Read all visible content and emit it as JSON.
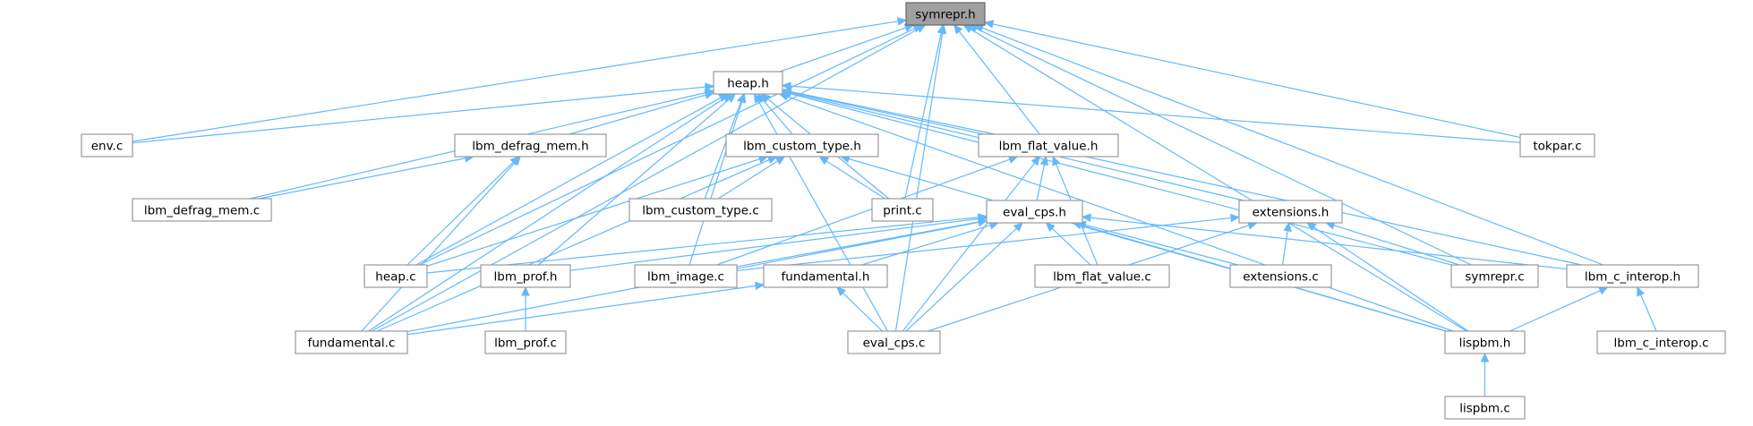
{
  "diagram": {
    "type": "include-dependency-graph",
    "root": "symrepr.h",
    "colors": {
      "edge": "#63b8ff",
      "node_border": "#999999",
      "root_fill": "#a0a0a0",
      "node_fill": "#ffffff"
    },
    "nodes": [
      {
        "id": "symrepr_h",
        "label": "symrepr.h",
        "root": true
      },
      {
        "id": "heap_h",
        "label": "heap.h"
      },
      {
        "id": "env_c",
        "label": "env.c"
      },
      {
        "id": "lbm_defrag_mem_h",
        "label": "lbm_defrag_mem.h"
      },
      {
        "id": "lbm_custom_type_h",
        "label": "lbm_custom_type.h"
      },
      {
        "id": "lbm_flat_value_h",
        "label": "lbm_flat_value.h"
      },
      {
        "id": "tokpar_c",
        "label": "tokpar.c"
      },
      {
        "id": "lbm_defrag_mem_c",
        "label": "lbm_defrag_mem.c"
      },
      {
        "id": "lbm_custom_type_c",
        "label": "lbm_custom_type.c"
      },
      {
        "id": "print_c",
        "label": "print.c"
      },
      {
        "id": "eval_cps_h",
        "label": "eval_cps.h"
      },
      {
        "id": "extensions_h",
        "label": "extensions.h"
      },
      {
        "id": "heap_c",
        "label": "heap.c"
      },
      {
        "id": "lbm_prof_h",
        "label": "lbm_prof.h"
      },
      {
        "id": "lbm_image_c",
        "label": "lbm_image.c"
      },
      {
        "id": "fundamental_h",
        "label": "fundamental.h"
      },
      {
        "id": "lbm_flat_value_c",
        "label": "lbm_flat_value.c"
      },
      {
        "id": "extensions_c",
        "label": "extensions.c"
      },
      {
        "id": "symrepr_c",
        "label": "symrepr.c"
      },
      {
        "id": "lbm_c_interop_h",
        "label": "lbm_c_interop.h"
      },
      {
        "id": "fundamental_c",
        "label": "fundamental.c"
      },
      {
        "id": "lbm_prof_c",
        "label": "lbm_prof.c"
      },
      {
        "id": "eval_cps_c",
        "label": "eval_cps.c"
      },
      {
        "id": "lispbm_h",
        "label": "lispbm.h"
      },
      {
        "id": "lbm_c_interop_c",
        "label": "lbm_c_interop.c"
      },
      {
        "id": "lispbm_c",
        "label": "lispbm.c"
      }
    ],
    "edges": [
      [
        "heap_h",
        "symrepr_h"
      ],
      [
        "env_c",
        "symrepr_h"
      ],
      [
        "heap_c",
        "symrepr_h"
      ],
      [
        "fundamental_c",
        "symrepr_h"
      ],
      [
        "eval_cps_c",
        "symrepr_h"
      ],
      [
        "print_c",
        "symrepr_h"
      ],
      [
        "lbm_flat_value_h",
        "symrepr_h"
      ],
      [
        "tokpar_c",
        "symrepr_h"
      ],
      [
        "symrepr_c",
        "symrepr_h"
      ],
      [
        "lbm_c_interop_h",
        "symrepr_h"
      ],
      [
        "lispbm_h",
        "symrepr_h"
      ],
      [
        "env_c",
        "heap_h"
      ],
      [
        "lbm_defrag_mem_h",
        "heap_h"
      ],
      [
        "lbm_defrag_mem_c",
        "heap_h"
      ],
      [
        "fundamental_c",
        "heap_h"
      ],
      [
        "heap_c",
        "heap_h"
      ],
      [
        "lbm_prof_h",
        "heap_h"
      ],
      [
        "lbm_custom_type_c",
        "heap_h"
      ],
      [
        "lbm_image_c",
        "heap_h"
      ],
      [
        "eval_cps_c",
        "heap_h"
      ],
      [
        "lbm_custom_type_h",
        "heap_h"
      ],
      [
        "print_c",
        "heap_h"
      ],
      [
        "lbm_flat_value_h",
        "heap_h"
      ],
      [
        "extensions_h",
        "heap_h"
      ],
      [
        "symrepr_c",
        "heap_h"
      ],
      [
        "lispbm_h",
        "heap_h"
      ],
      [
        "lbm_c_interop_h",
        "heap_h"
      ],
      [
        "tokpar_c",
        "heap_h"
      ],
      [
        "lbm_defrag_mem_c",
        "lbm_defrag_mem_h"
      ],
      [
        "heap_c",
        "lbm_defrag_mem_h"
      ],
      [
        "fundamental_c",
        "lbm_defrag_mem_h"
      ],
      [
        "lbm_custom_type_c",
        "lbm_custom_type_h"
      ],
      [
        "print_c",
        "lbm_custom_type_h"
      ],
      [
        "heap_c",
        "lbm_custom_type_h"
      ],
      [
        "fundamental_c",
        "lbm_custom_type_h"
      ],
      [
        "lispbm_h",
        "lbm_custom_type_h"
      ],
      [
        "eval_cps_h",
        "lbm_flat_value_h"
      ],
      [
        "lbm_flat_value_c",
        "lbm_flat_value_h"
      ],
      [
        "eval_cps_c",
        "lbm_flat_value_h"
      ],
      [
        "lbm_image_c",
        "lbm_flat_value_h"
      ],
      [
        "heap_c",
        "eval_cps_h"
      ],
      [
        "lbm_prof_h",
        "eval_cps_h"
      ],
      [
        "lbm_image_c",
        "eval_cps_h"
      ],
      [
        "fundamental_h",
        "eval_cps_h"
      ],
      [
        "lbm_flat_value_c",
        "eval_cps_h"
      ],
      [
        "extensions_c",
        "eval_cps_h"
      ],
      [
        "fundamental_c",
        "eval_cps_h"
      ],
      [
        "eval_cps_c",
        "eval_cps_h"
      ],
      [
        "lispbm_h",
        "eval_cps_h"
      ],
      [
        "lbm_c_interop_h",
        "eval_cps_h"
      ],
      [
        "extensions_c",
        "extensions_h"
      ],
      [
        "symrepr_c",
        "extensions_h"
      ],
      [
        "lispbm_h",
        "extensions_h"
      ],
      [
        "eval_cps_c",
        "extensions_h"
      ],
      [
        "lbm_image_c",
        "extensions_h"
      ],
      [
        "lbm_prof_c",
        "lbm_prof_h"
      ],
      [
        "fundamental_c",
        "fundamental_h"
      ],
      [
        "eval_cps_c",
        "fundamental_h"
      ],
      [
        "lispbm_h",
        "lbm_c_interop_h"
      ],
      [
        "lbm_c_interop_c",
        "lbm_c_interop_h"
      ],
      [
        "lispbm_c",
        "lispbm_h"
      ]
    ]
  }
}
